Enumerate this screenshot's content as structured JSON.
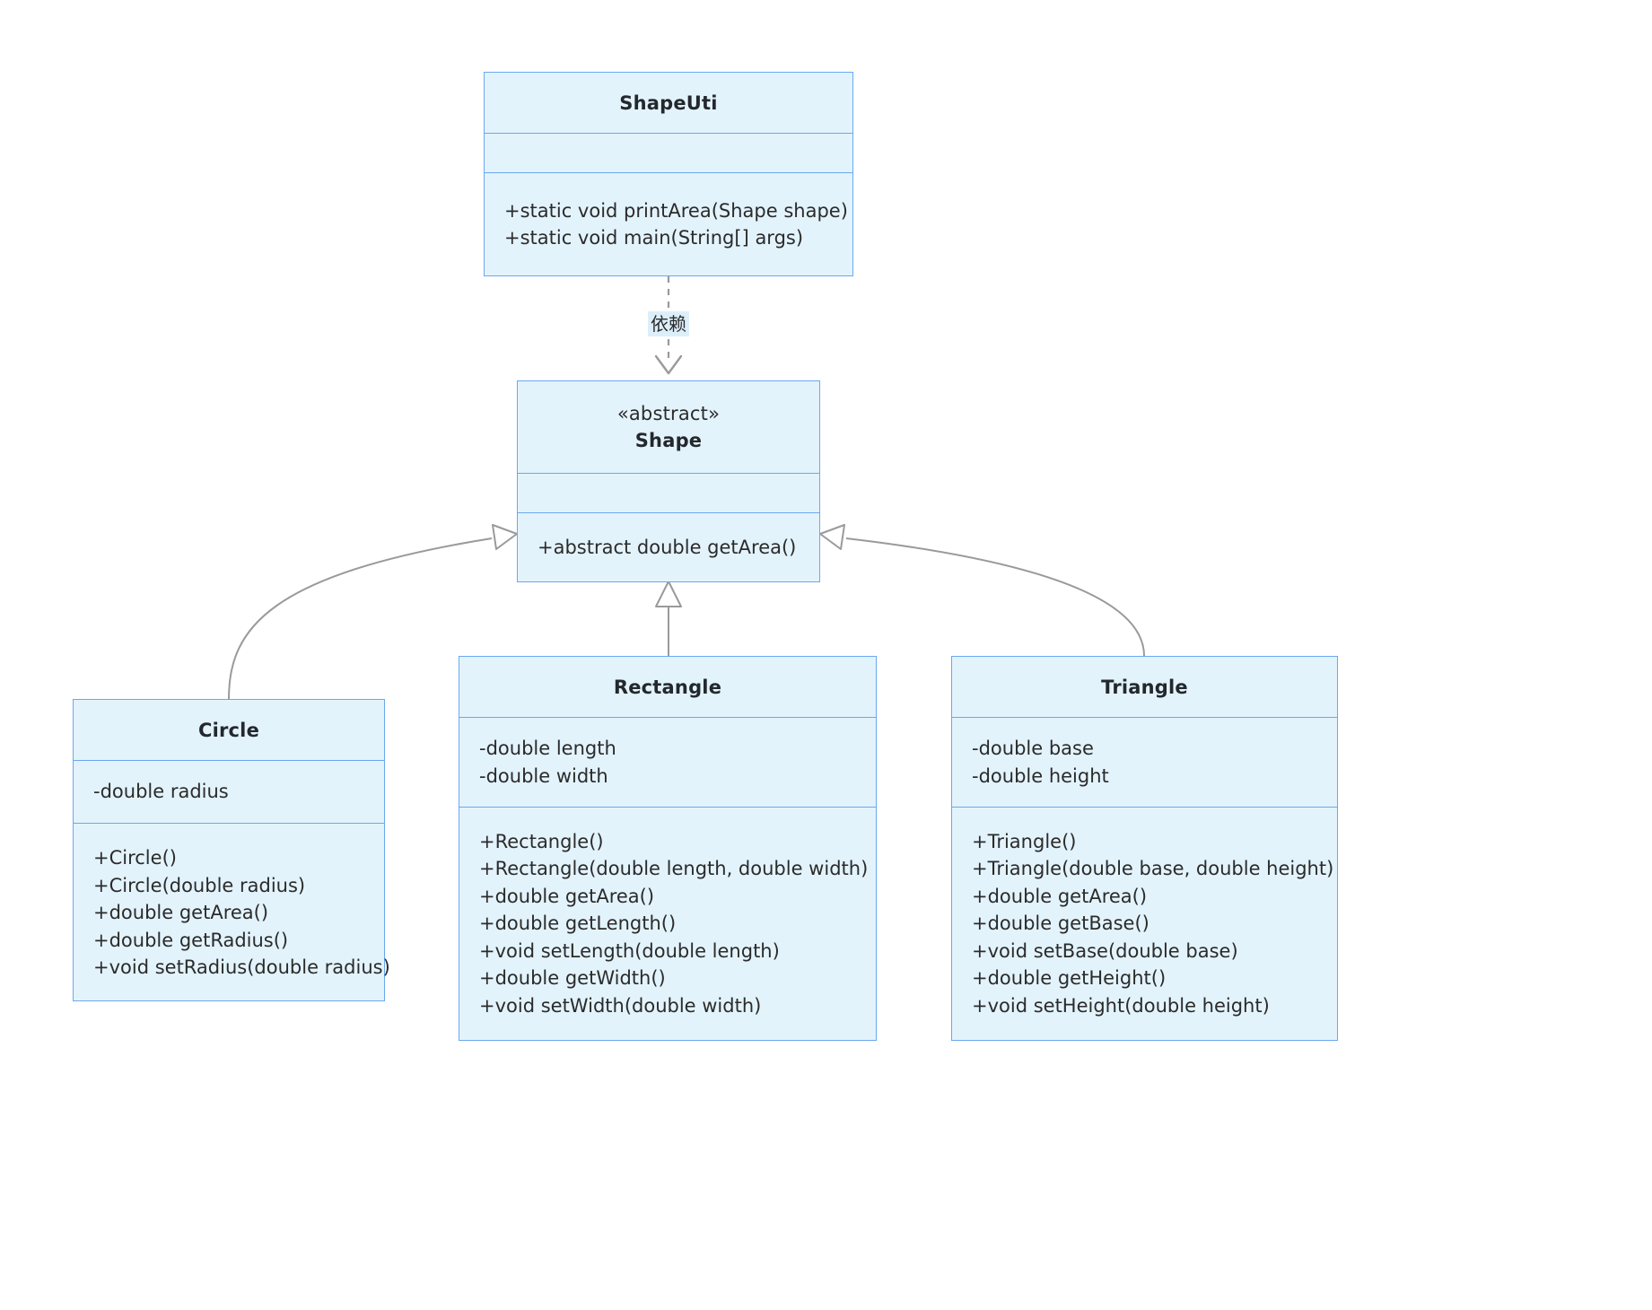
{
  "diagram": {
    "type": "uml-class-diagram",
    "background_color": "#ffffff",
    "class_fill_color": "#e3f3fc",
    "class_border_color": "#6aa8f0",
    "edge_color": "#9a9a9a",
    "label_highlight_color": "#ddeefb"
  },
  "classes": {
    "shapeutil": {
      "name": "ShapeUti",
      "stereotype": "",
      "attributes": [],
      "methods": [
        "+static void printArea(Shape shape)",
        "+static void main(String[] args)"
      ]
    },
    "shape": {
      "name": "Shape",
      "stereotype": "«abstract»",
      "attributes": [],
      "methods": [
        "+abstract double getArea()"
      ]
    },
    "circle": {
      "name": "Circle",
      "stereotype": "",
      "attributes": [
        "-double radius"
      ],
      "methods": [
        "+Circle()",
        "+Circle(double radius)",
        "+double getArea()",
        "+double getRadius()",
        "+void setRadius(double radius)"
      ]
    },
    "rectangle": {
      "name": "Rectangle",
      "stereotype": "",
      "attributes": [
        "-double length",
        "-double width"
      ],
      "methods": [
        "+Rectangle()",
        "+Rectangle(double length, double width)",
        "+double getArea()",
        "+double getLength()",
        "+void setLength(double length)",
        "+double getWidth()",
        "+void setWidth(double width)"
      ]
    },
    "triangle": {
      "name": "Triangle",
      "stereotype": "",
      "attributes": [
        "-double base",
        "-double height"
      ],
      "methods": [
        "+Triangle()",
        "+Triangle(double base, double height)",
        "+double getArea()",
        "+double getBase()",
        "+void setBase(double base)",
        "+double getHeight()",
        "+void setHeight(double height)"
      ]
    }
  },
  "relationships": {
    "dependency": {
      "label": "依赖",
      "from": "ShapeUti",
      "to": "Shape",
      "kind": "dependency"
    },
    "generalizations": [
      {
        "from": "Circle",
        "to": "Shape",
        "kind": "generalization"
      },
      {
        "from": "Rectangle",
        "to": "Shape",
        "kind": "generalization"
      },
      {
        "from": "Triangle",
        "to": "Shape",
        "kind": "generalization"
      }
    ]
  }
}
